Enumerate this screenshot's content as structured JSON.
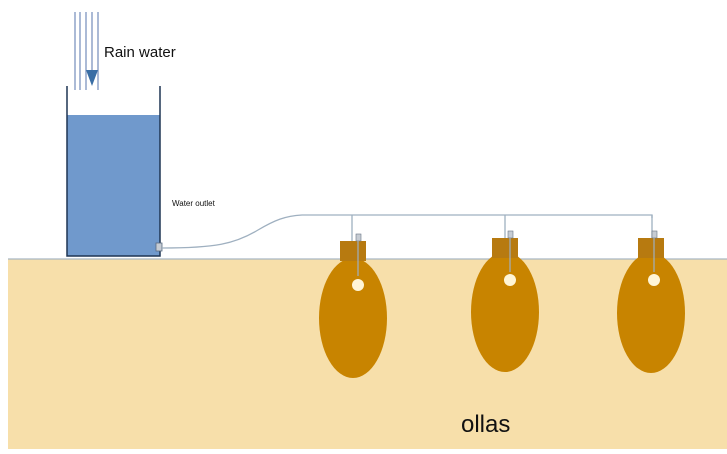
{
  "labels": {
    "rain_water": "Rain water",
    "water_outlet": "Water outlet",
    "ollas": "ollas"
  },
  "colors": {
    "ground": "#f7dfaa",
    "ground_line": "#a9b6c4",
    "water": "#7099cc",
    "tank_outline": "#1f3553",
    "rain_lines": "#8fa3c8",
    "rain_arrow": "#3a6ea5",
    "pipe": "#9fb0c0",
    "olla_body": "#c88400",
    "olla_neck": "#b77a10",
    "olla_hole": "#fff5d6",
    "valve": "#c6ccd4"
  },
  "ollas": {
    "count": 3
  }
}
